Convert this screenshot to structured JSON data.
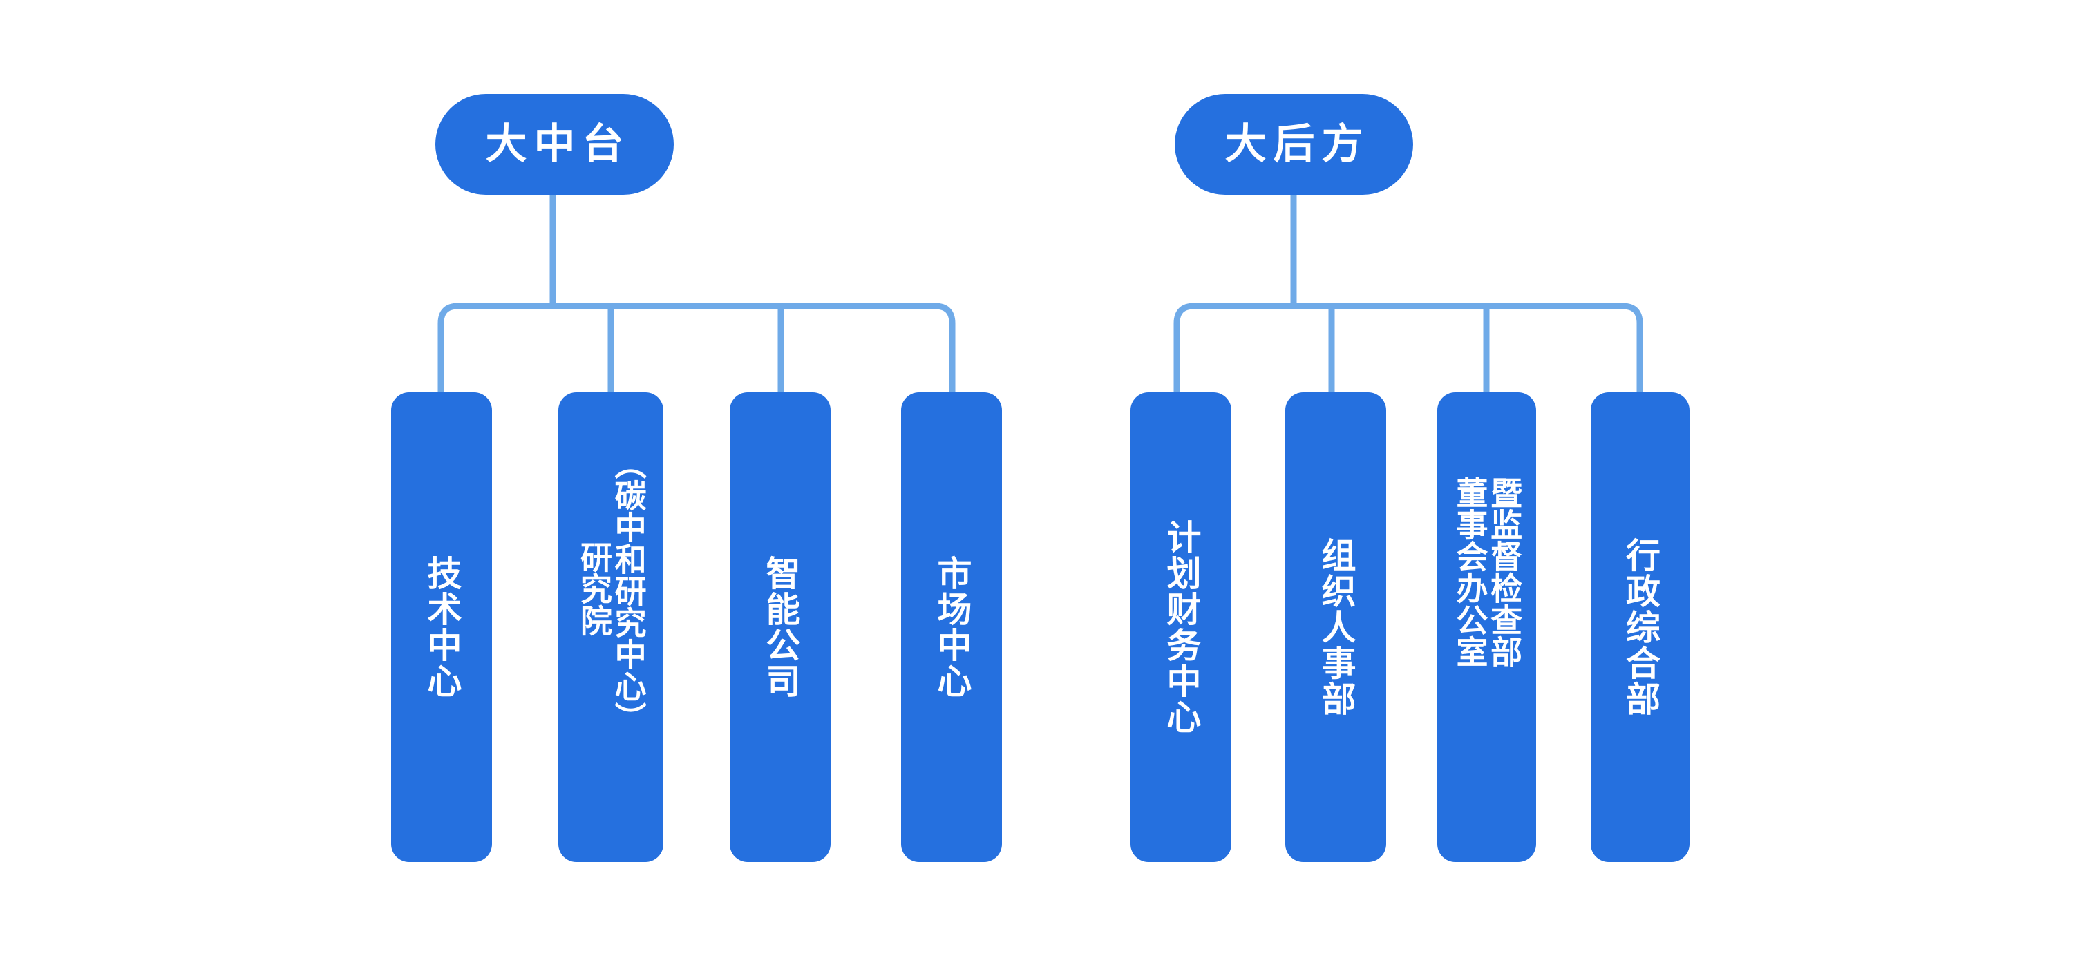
{
  "diagram": {
    "type": "organization-chart",
    "title": "组织架构图",
    "colors": {
      "node_fill": "#2570DF",
      "node_text": "#FFFFFF",
      "connector": "#6FAAE8",
      "background": "#FFFFFF"
    },
    "groups": [
      {
        "id": "group-zhongtai",
        "root": {
          "label": "大中台"
        },
        "children": [
          {
            "id": "jishu-zhongxin",
            "label": "技术中心",
            "columns": [
              "技术中心"
            ]
          },
          {
            "id": "yanjiuyuan",
            "label": "研究院（碳中和研究中心）",
            "columns": [
              "（碳中和研究中心）",
              "研究院"
            ]
          },
          {
            "id": "zhineng-gongsi",
            "label": "智能公司",
            "columns": [
              "智能公司"
            ]
          },
          {
            "id": "shichang-zhongxin",
            "label": "市场中心",
            "columns": [
              "市场中心"
            ]
          }
        ]
      },
      {
        "id": "group-houfang",
        "root": {
          "label": "大后方"
        },
        "children": [
          {
            "id": "jihua-caiwu",
            "label": "计划财务中心",
            "columns": [
              "计划财务中心"
            ]
          },
          {
            "id": "zuzhi-renshi",
            "label": "组织人事部",
            "columns": [
              "组织人事部"
            ]
          },
          {
            "id": "jiandu-jiancha",
            "label": "监督检查部暨董事会办公室",
            "columns": [
              "暨监督检查部",
              "董事会办公室"
            ]
          },
          {
            "id": "xingzheng-zonghe",
            "label": "行政综合部",
            "columns": [
              "行政综合部"
            ]
          }
        ]
      }
    ]
  }
}
